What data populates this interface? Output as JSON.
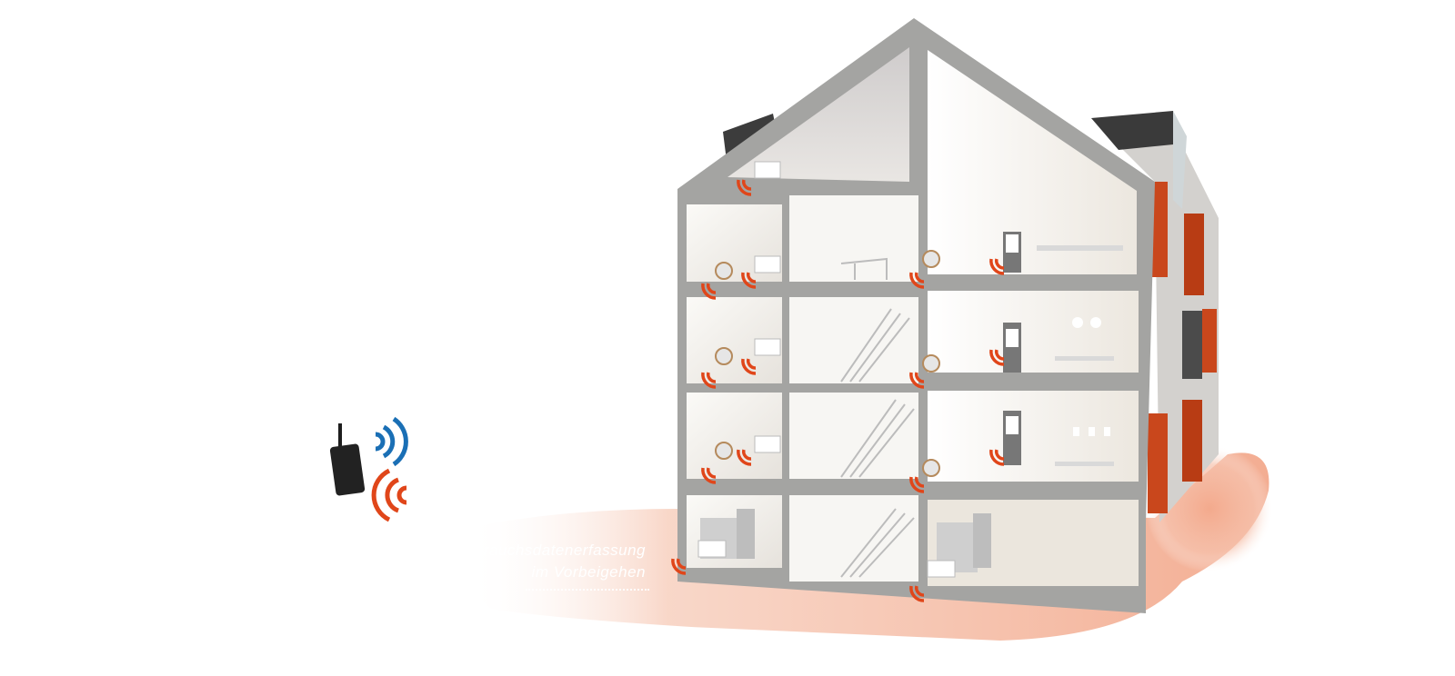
{
  "illustration": {
    "subject": "Cutaway house with wireless consumption meters",
    "caption": {
      "line1": "Verbrauchsdatenerfassung",
      "line2": "im Vorbeigehen"
    },
    "colors": {
      "signal_orange": "#e0461a",
      "signal_blue": "#1a6fb5",
      "wall_grey": "#a3a3a1",
      "room_light": "#f2efea",
      "facade_orange": "#c9471c",
      "ground_glow": "#f3b49c",
      "roof_dark": "#3c3c3c"
    },
    "icons": {
      "reader": "handheld-radio-reader-icon",
      "signal_send": "radio-wave-blue-icon",
      "signal_receive": "radio-wave-orange-icon",
      "meter": "heat-cost-allocator-icon",
      "water_meter": "water-meter-icon"
    }
  }
}
